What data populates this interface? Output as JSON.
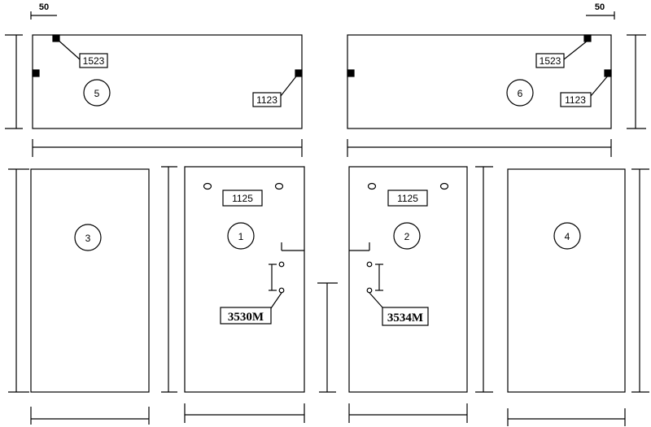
{
  "dimensions": {
    "top_left_offset": "50",
    "top_right_offset": "50"
  },
  "panels": {
    "top_left": {
      "number": "5",
      "label_a": "1523",
      "label_b": "1123"
    },
    "top_right": {
      "number": "6",
      "label_a": "1523",
      "label_b": "1123"
    },
    "side_left": {
      "number": "3"
    },
    "door_left": {
      "number": "1",
      "label": "1125",
      "part": "3530M"
    },
    "door_right": {
      "number": "2",
      "label": "1125",
      "part": "3534M"
    },
    "side_right": {
      "number": "4"
    }
  }
}
